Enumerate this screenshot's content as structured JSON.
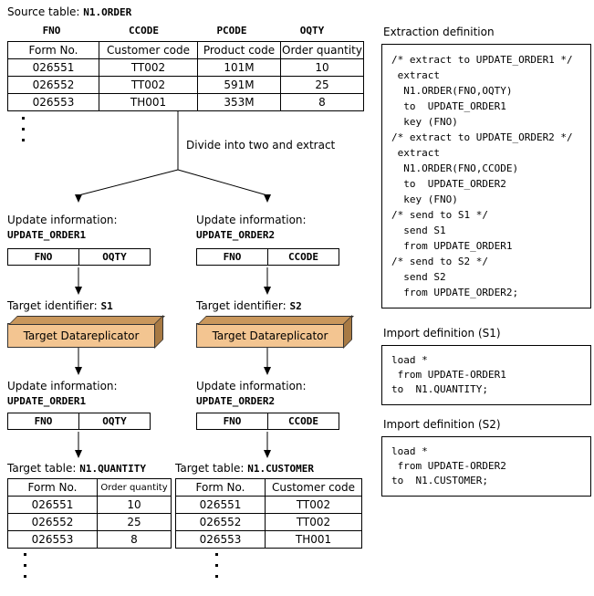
{
  "source": {
    "label_prefix": "Source table:",
    "table_name": "N1.ORDER",
    "field_names": [
      "FNO",
      "CCODE",
      "PCODE",
      "OQTY"
    ],
    "headers": [
      "Form No.",
      "Customer code",
      "Product code",
      "Order quantity"
    ],
    "rows": [
      [
        "026551",
        "TT002",
        "101M",
        "10"
      ],
      [
        "026552",
        "TT002",
        "591M",
        "25"
      ],
      [
        "026553",
        "TH001",
        "353M",
        "8"
      ]
    ]
  },
  "divide_label": "Divide into two and extract",
  "branches": [
    {
      "update_label": "Update information:",
      "update_name": "UPDATE_ORDER1",
      "fields": [
        "FNO",
        "OQTY"
      ],
      "target_identifier_prefix": "Target identifier:",
      "target_identifier": "S1",
      "replicator_label": "Target Datareplicator",
      "target_table_prefix": "Target table:",
      "target_table_name": "N1.QUANTITY",
      "result_table": {
        "headers": [
          "Form No.",
          "Order quantity"
        ],
        "rows": [
          [
            "026551",
            "10"
          ],
          [
            "026552",
            "25"
          ],
          [
            "026553",
            "8"
          ]
        ]
      }
    },
    {
      "update_label": "Update information:",
      "update_name": "UPDATE_ORDER2",
      "fields": [
        "FNO",
        "CCODE"
      ],
      "target_identifier_prefix": "Target identifier:",
      "target_identifier": "S2",
      "replicator_label": "Target Datareplicator",
      "target_table_prefix": "Target table:",
      "target_table_name": "N1.CUSTOMER",
      "result_table": {
        "headers": [
          "Form No.",
          "Customer code"
        ],
        "rows": [
          [
            "026551",
            "TT002"
          ],
          [
            "026552",
            "TT002"
          ],
          [
            "026553",
            "TH001"
          ]
        ]
      }
    }
  ],
  "definitions": {
    "extraction_title": "Extraction definition",
    "extraction_code": [
      "/* extract to UPDATE_ORDER1 */",
      " extract",
      "  N1.ORDER(FNO,OQTY)",
      "  to  UPDATE_ORDER1",
      "  key (FNO)",
      "/* extract to UPDATE_ORDER2 */",
      " extract",
      "  N1.ORDER(FNO,CCODE)",
      "  to  UPDATE_ORDER2",
      "  key (FNO)",
      "/* send to S1 */",
      "  send S1",
      "  from UPDATE_ORDER1",
      "/* send to S2 */",
      "  send S2",
      "  from UPDATE_ORDER2;"
    ],
    "import_s1_title": "Import definition (S1)",
    "import_s1_code": [
      "load *",
      " from UPDATE-ORDER1",
      "to  N1.QUANTITY;"
    ],
    "import_s2_title": "Import definition (S2)",
    "import_s2_code": [
      "load *",
      " from UPDATE-ORDER2",
      "to  N1.CUSTOMER;"
    ]
  }
}
